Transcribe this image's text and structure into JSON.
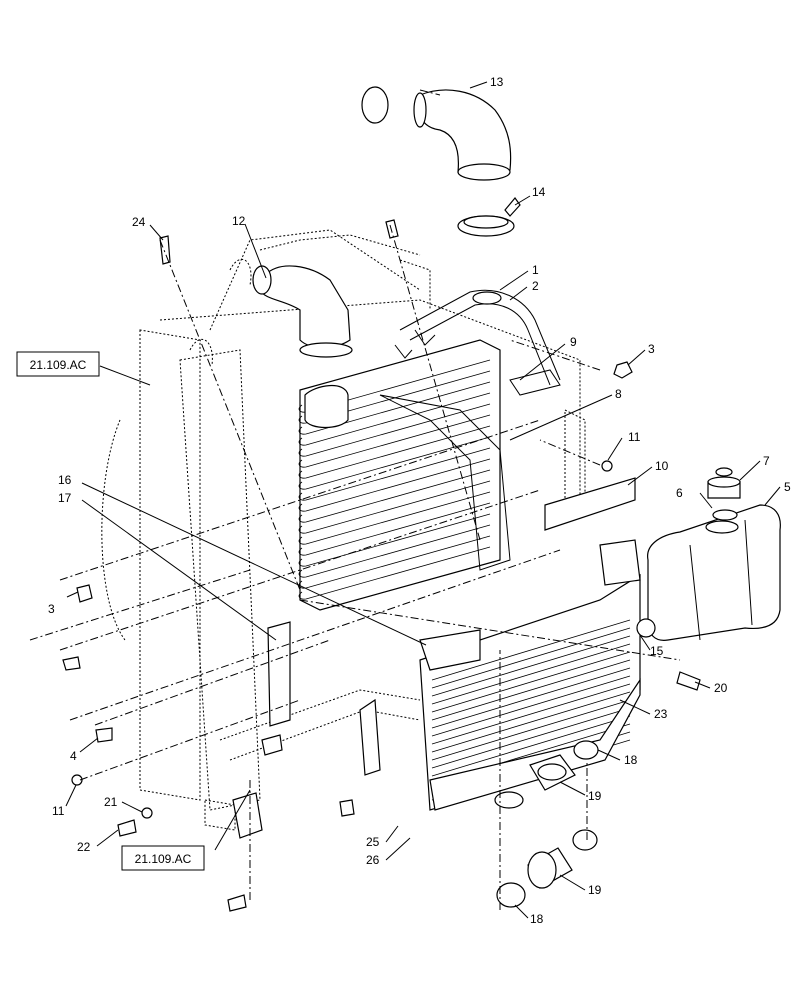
{
  "diagram": {
    "callouts": [
      {
        "id": "c1",
        "text": "1"
      },
      {
        "id": "c2",
        "text": "2"
      },
      {
        "id": "c3a",
        "text": "3"
      },
      {
        "id": "c3b",
        "text": "3"
      },
      {
        "id": "c4",
        "text": "4"
      },
      {
        "id": "c5",
        "text": "5"
      },
      {
        "id": "c6",
        "text": "6"
      },
      {
        "id": "c7",
        "text": "7"
      },
      {
        "id": "c8",
        "text": "8"
      },
      {
        "id": "c9",
        "text": "9"
      },
      {
        "id": "c10",
        "text": "10"
      },
      {
        "id": "c11a",
        "text": "11"
      },
      {
        "id": "c11b",
        "text": "11"
      },
      {
        "id": "c12",
        "text": "12"
      },
      {
        "id": "c13",
        "text": "13"
      },
      {
        "id": "c14",
        "text": "14"
      },
      {
        "id": "c15",
        "text": "15"
      },
      {
        "id": "c16",
        "text": "16"
      },
      {
        "id": "c17",
        "text": "17"
      },
      {
        "id": "c18a",
        "text": "18"
      },
      {
        "id": "c18b",
        "text": "18"
      },
      {
        "id": "c19a",
        "text": "19"
      },
      {
        "id": "c19b",
        "text": "19"
      },
      {
        "id": "c20",
        "text": "20"
      },
      {
        "id": "c21",
        "text": "21"
      },
      {
        "id": "c22",
        "text": "22"
      },
      {
        "id": "c23",
        "text": "23"
      },
      {
        "id": "c24",
        "text": "24"
      },
      {
        "id": "c25",
        "text": "25"
      },
      {
        "id": "c26",
        "text": "26"
      }
    ],
    "references": [
      {
        "id": "ref1",
        "text": "21.109.AC"
      },
      {
        "id": "ref2",
        "text": "21.109.AC"
      }
    ]
  }
}
